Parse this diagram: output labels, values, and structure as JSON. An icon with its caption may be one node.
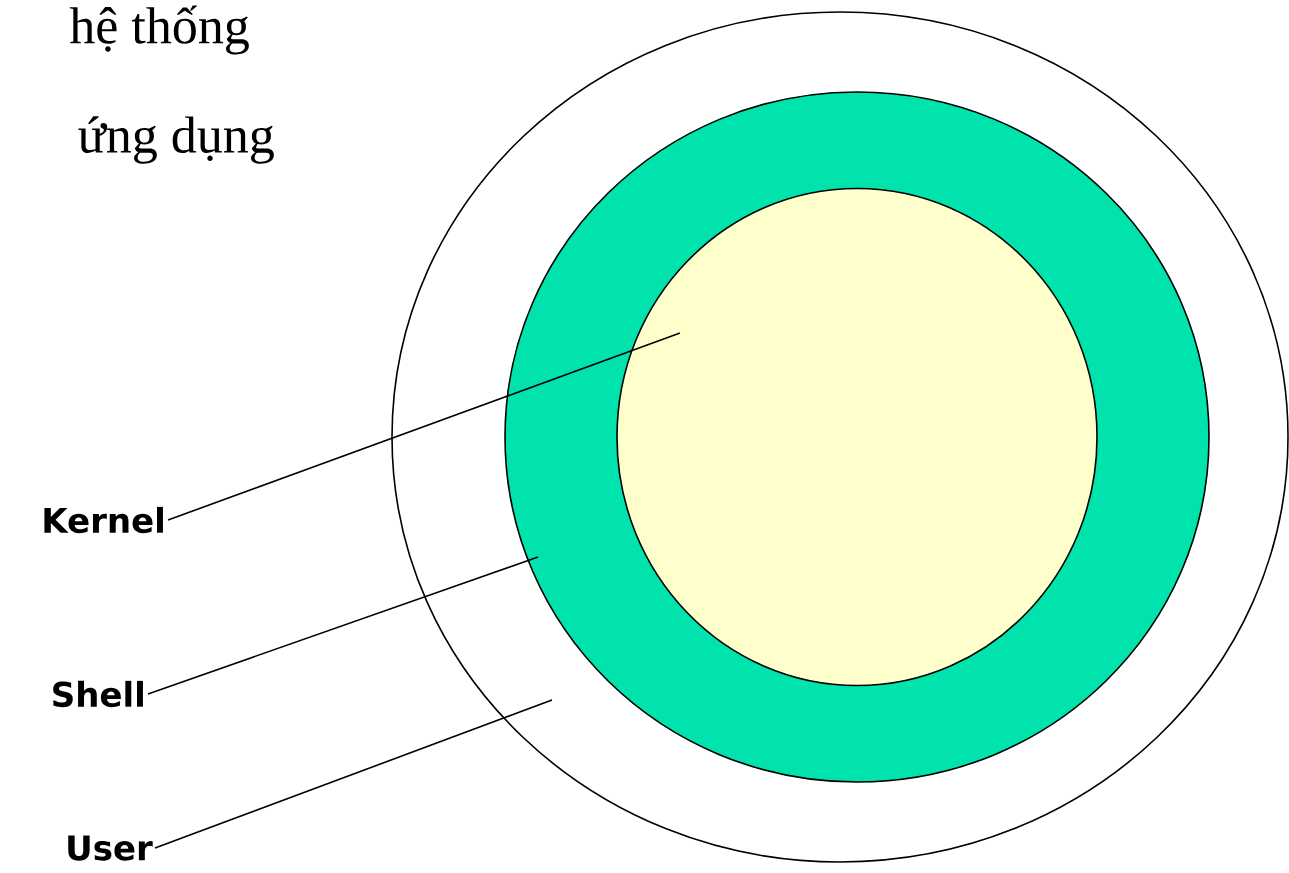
{
  "diagram": {
    "nodes": [
      {
        "text": [],
        "shape": "circle"
      },
      {
        "text": [],
        "shape": "circle",
        "in": 0
      },
      {
        "text": [],
        "shape": "circle",
        "in": 1
      },
      {
        "text": [
          "Kernel"
        ]
      },
      {
        "text": [
          "Shell"
        ]
      },
      {
        "text": [
          "User"
        ]
      }
    ],
    "edges": [
      {
        "from": 3,
        "to": 2,
        "arrow": "none"
      },
      {
        "from": 4,
        "to": 1,
        "arrow": "none"
      },
      {
        "from": 5,
        "to": 0,
        "arrow": "none"
      }
    ],
    "labels": [
      "hệ thống",
      "ứng dụng"
    ]
  }
}
